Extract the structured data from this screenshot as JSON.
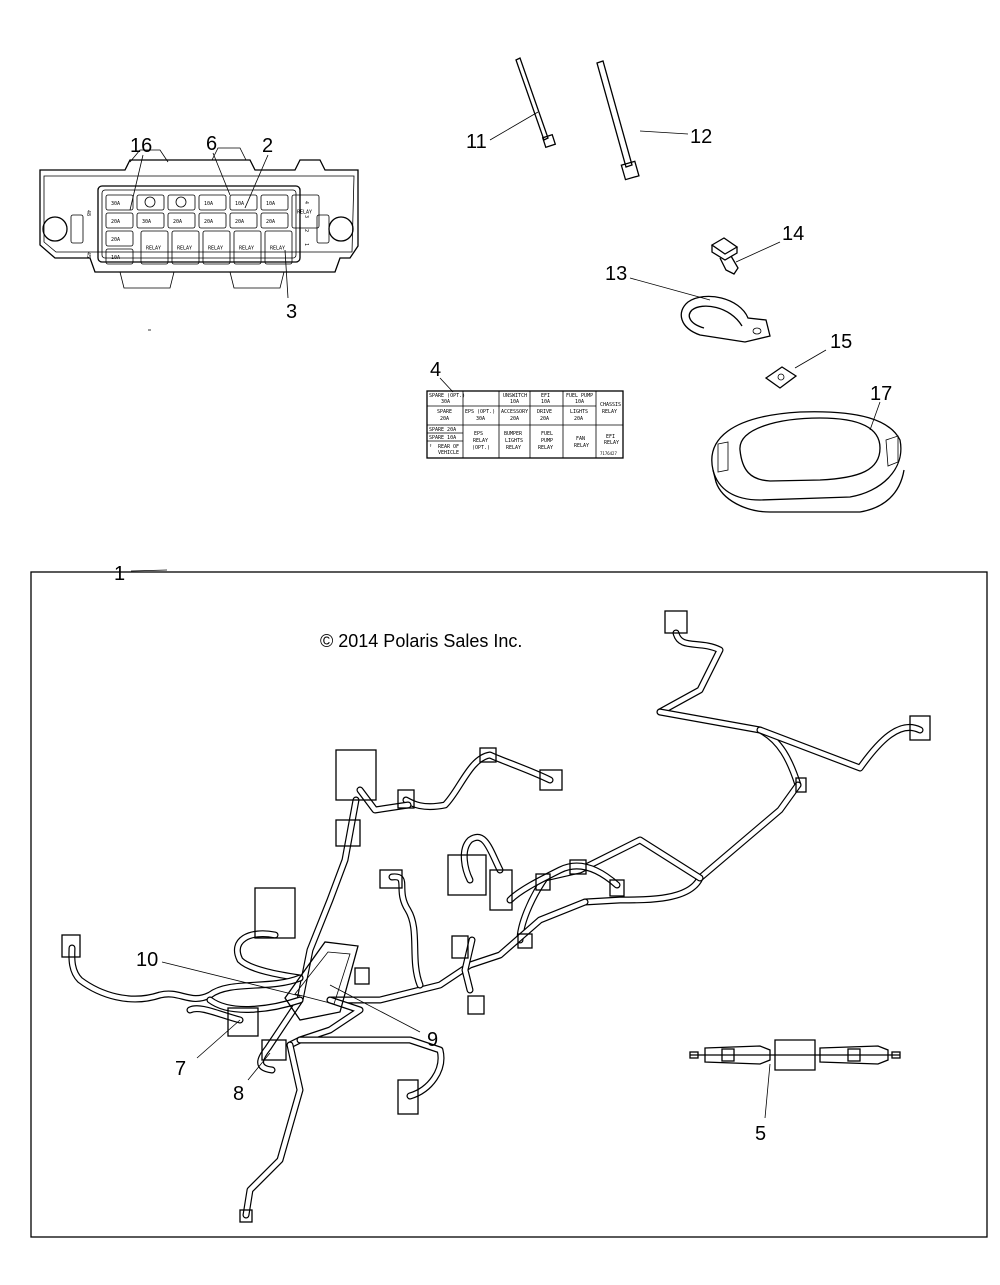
{
  "copyright": "© 2014 Polaris Sales Inc.",
  "callouts": [
    "1",
    "2",
    "3",
    "4",
    "5",
    "6",
    "7",
    "8",
    "9",
    "10",
    "11",
    "12",
    "13",
    "14",
    "15",
    "16",
    "17"
  ],
  "fuse_box": {
    "side_left": [
      "48",
      "45"
    ],
    "side_right": [
      "4",
      "3",
      "2",
      "1"
    ],
    "row1": [
      "30A",
      "",
      "",
      "10A",
      "10A",
      "10A",
      "RELAY"
    ],
    "row2": [
      "20A",
      "30A",
      "20A",
      "20A",
      "20A",
      "20A"
    ],
    "row3": [
      "20A",
      "RELAY",
      "RELAY",
      "RELAY",
      "RELAY",
      "RELAY"
    ],
    "row4": [
      "10A"
    ]
  },
  "fuse_label": {
    "c1": [
      "SPARE (OPT.)",
      "30A"
    ],
    "c1b": [
      "SPARE",
      "20A"
    ],
    "c1c": [
      "SPARE 20A"
    ],
    "c1d": [
      "SPARE 10A"
    ],
    "c1e": [
      "REAR OF",
      "VEHICLE"
    ],
    "c2b": [
      "EPS (OPT.)",
      "30A"
    ],
    "c2c": [
      "EPS",
      "RELAY",
      "(OPT.)"
    ],
    "c3a": [
      "UNSWITCH",
      "10A"
    ],
    "c3b": [
      "ACCESSORY",
      "20A"
    ],
    "c3c": [
      "BUMPER",
      "LIGHTS",
      "RELAY"
    ],
    "c4a": [
      "EFI",
      "10A"
    ],
    "c4b": [
      "DRIVE",
      "20A"
    ],
    "c4c": [
      "FUEL",
      "PUMP",
      "RELAY"
    ],
    "c5a": [
      "FUEL PUMP",
      "10A"
    ],
    "c5b": [
      "LIGHTS",
      "20A"
    ],
    "c5c": [
      "FAN",
      "RELAY"
    ],
    "c6a": [
      "CHASSIS",
      "RELAY"
    ],
    "c6c": [
      "EFI",
      "RELAY"
    ],
    "part_no": "7176427"
  }
}
